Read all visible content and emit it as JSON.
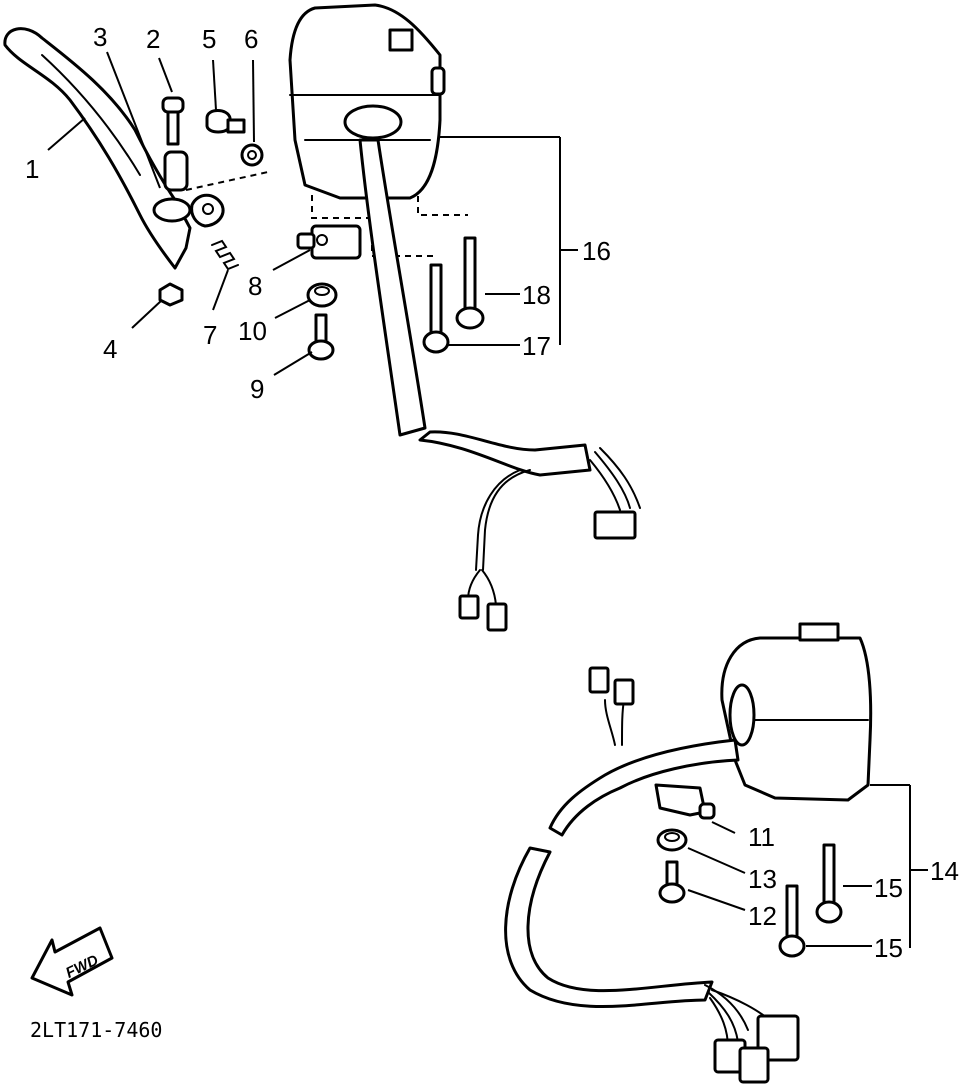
{
  "diagram": {
    "doc_code": "2LT171-7460",
    "fwd_label": "FWD",
    "callouts": {
      "c1": "1",
      "c2": "2",
      "c3": "3",
      "c4": "4",
      "c5": "5",
      "c6": "6",
      "c7": "7",
      "c8": "8",
      "c9": "9",
      "c10": "10",
      "c11": "11",
      "c12": "12",
      "c13": "13",
      "c14": "14",
      "c15a": "15",
      "c15b": "15",
      "c16": "16",
      "c17": "17",
      "c18": "18"
    }
  }
}
